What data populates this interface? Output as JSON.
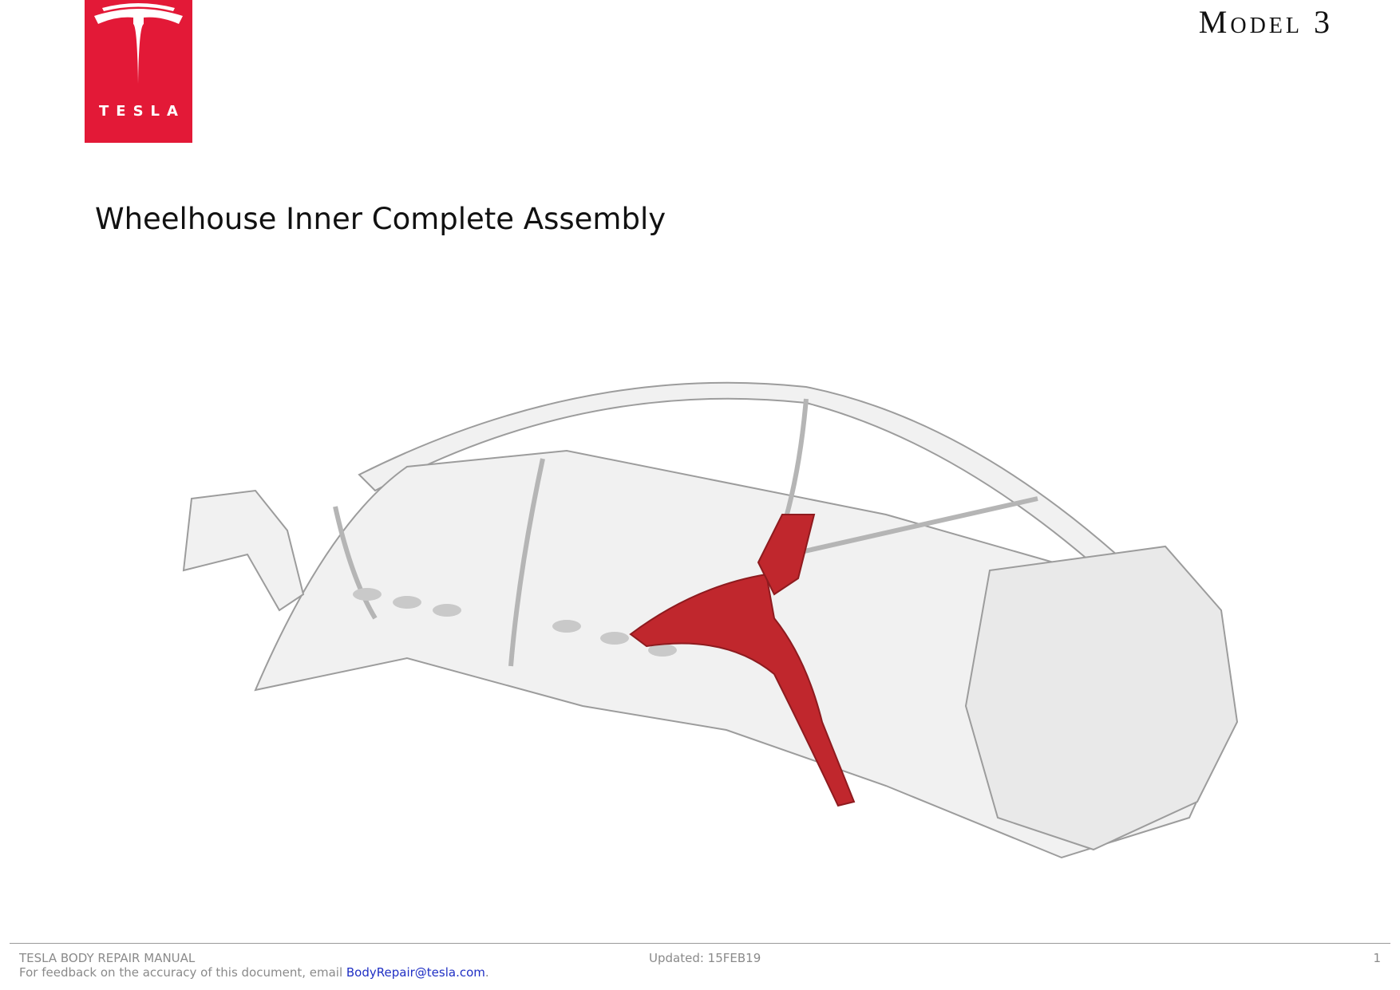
{
  "header": {
    "brand_word": "TESLA",
    "model": "Model 3",
    "brand_color": "#e31937"
  },
  "page_title": "Wheelhouse Inner Complete Assembly",
  "illustration": {
    "highlight_color": "#c0272d"
  },
  "footer": {
    "manual": "TESLA BODY REPAIR MANUAL",
    "feedback_prefix": "For feedback on the accuracy of this document, email ",
    "email": "BodyRepair@tesla.com",
    "feedback_suffix": ".",
    "updated": "Updated: 15FEB19",
    "page_number": "1"
  }
}
